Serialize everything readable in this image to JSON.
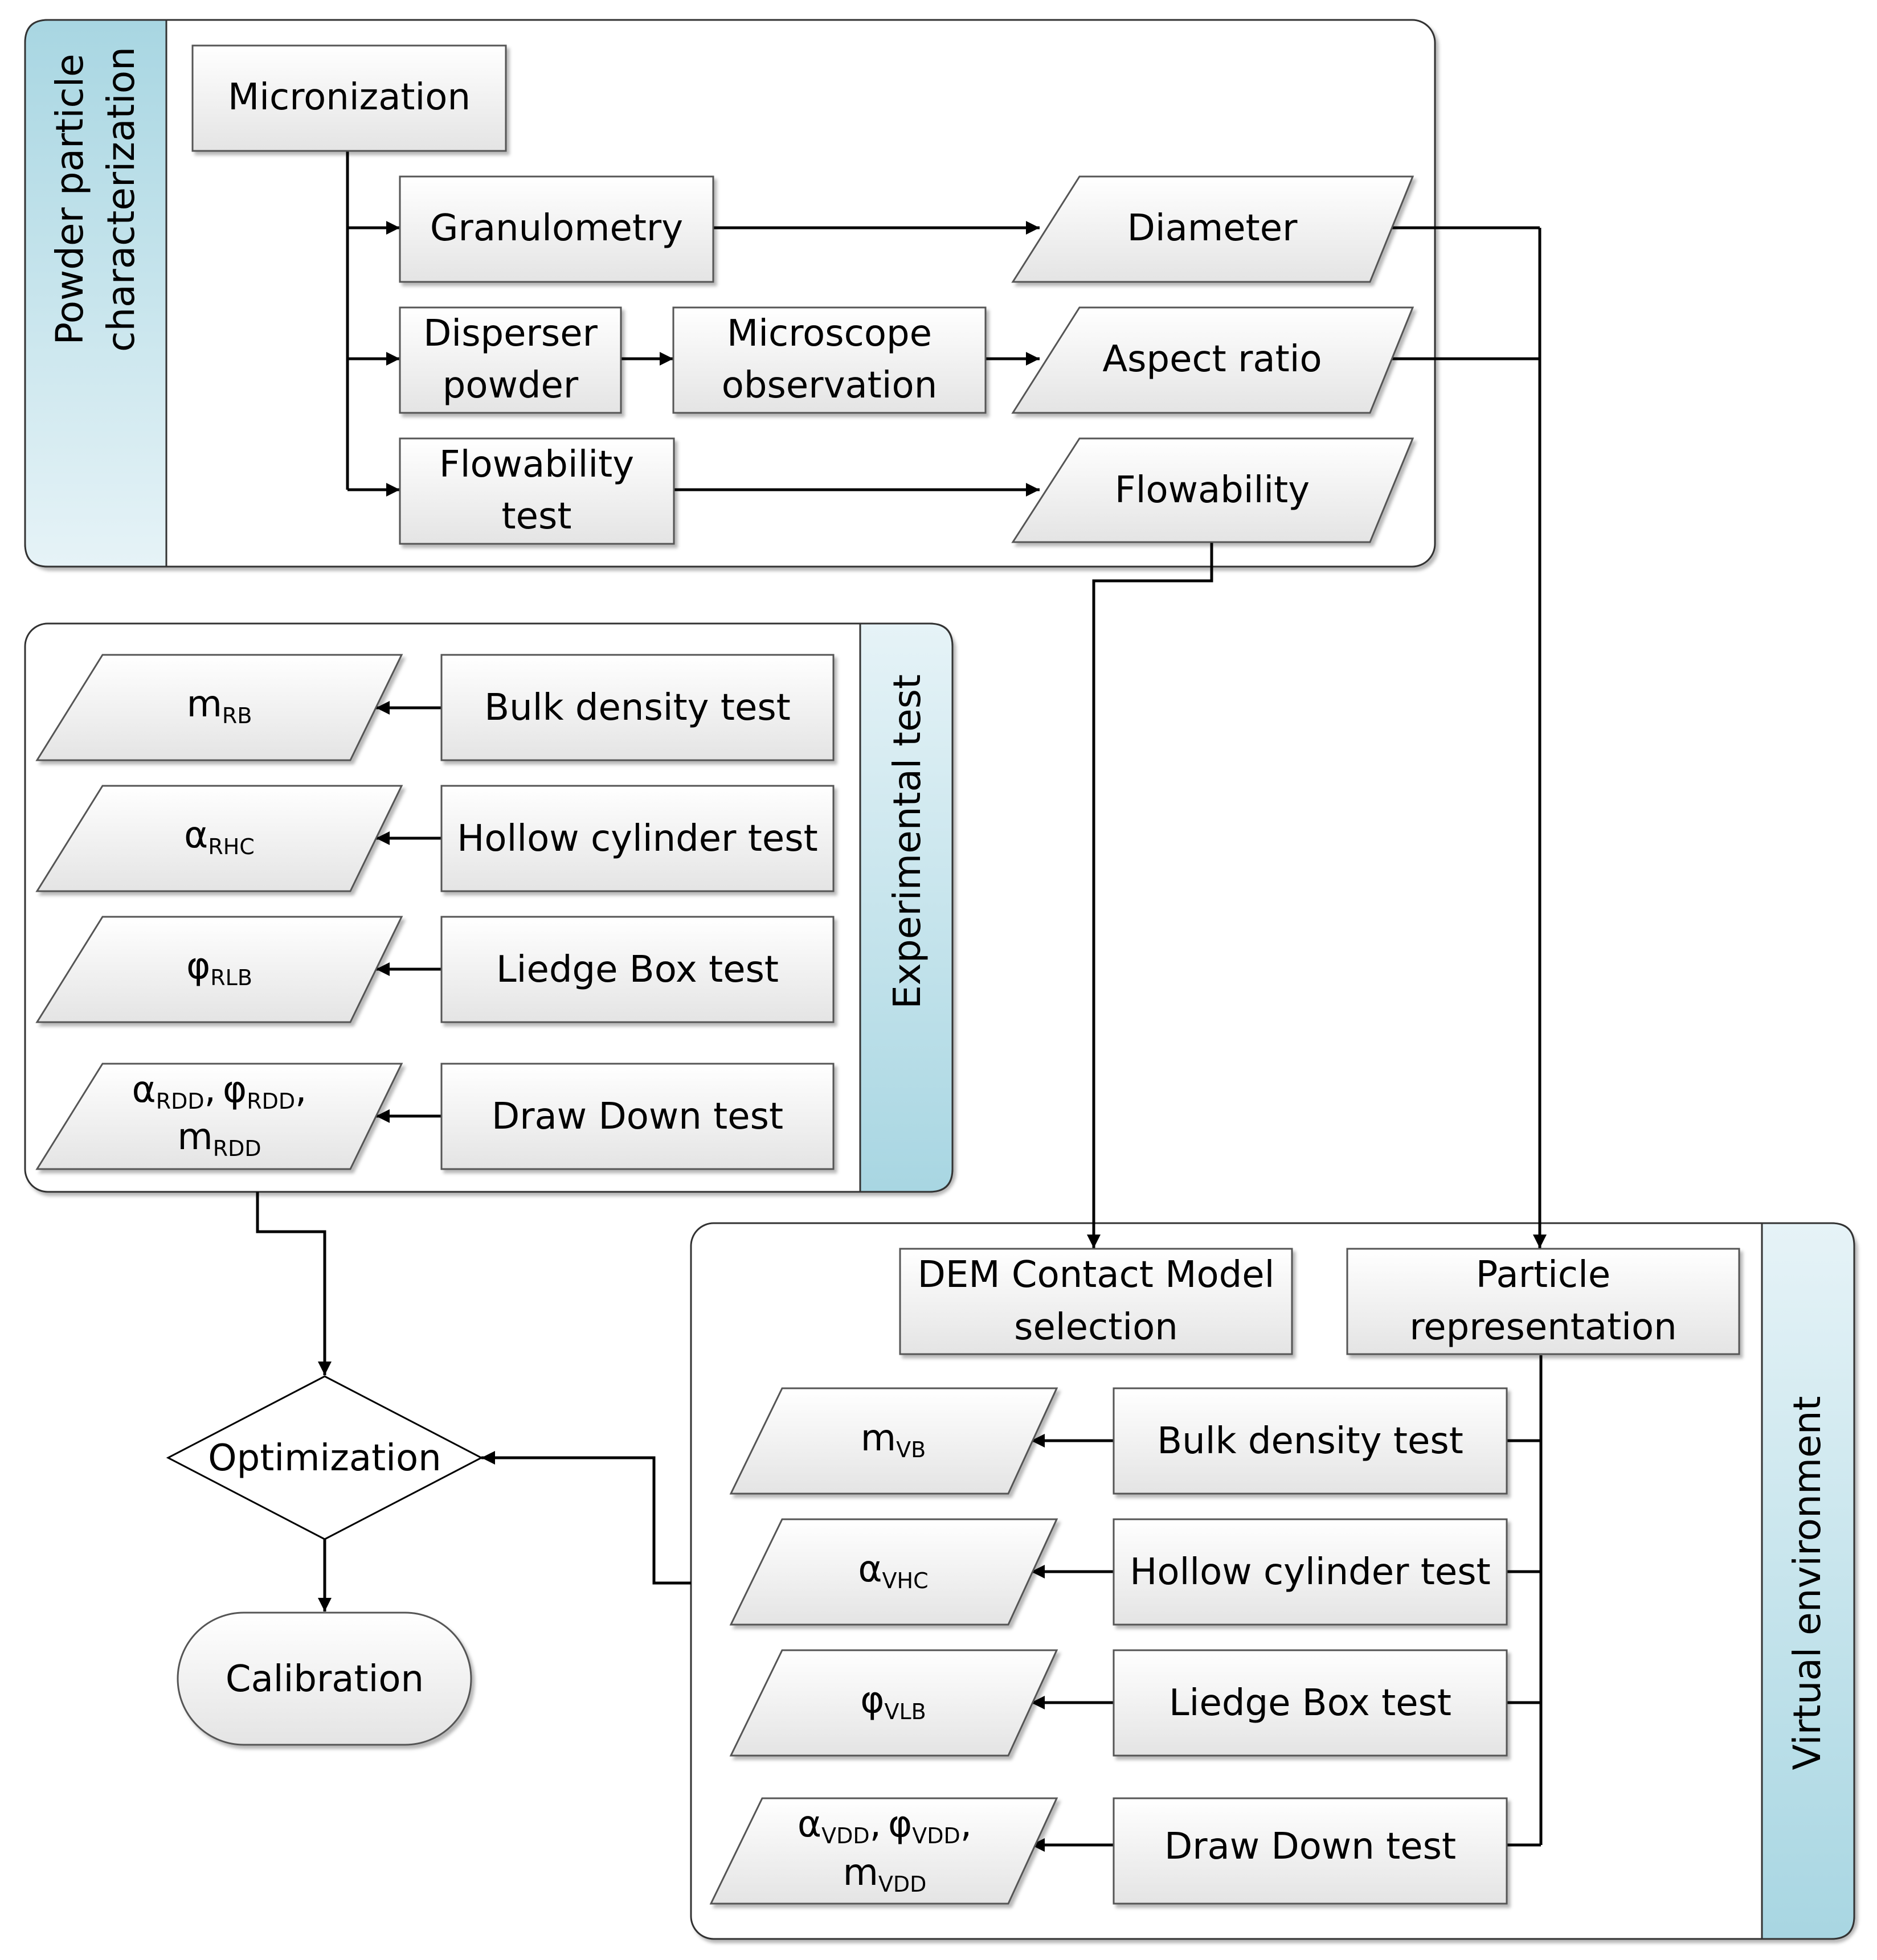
{
  "groups": {
    "powder": {
      "title_line1": "Powder particle",
      "title_line2": "characterization"
    },
    "experimental": {
      "title": "Experimental test"
    },
    "virtual": {
      "title": "Virtual environment"
    }
  },
  "nodes": {
    "micronization": "Micronization",
    "granulometry": "Granulometry",
    "disperser_1": "Disperser",
    "disperser_2": "powder",
    "microscope_1": "Microscope",
    "microscope_2": "observation",
    "flowability_test_1": "Flowability",
    "flowability_test_2": "test",
    "diameter": "Diameter",
    "aspect_ratio": "Aspect ratio",
    "flowability": "Flowability",
    "exp_bulk": "Bulk density test",
    "exp_hollow": "Hollow cylinder test",
    "exp_liedge": "Liedge Box test",
    "exp_drawdown": "Draw Down test",
    "dem_1": "DEM Contact Model",
    "dem_2": "selection",
    "particle_1": "Particle",
    "particle_2": "representation",
    "virt_bulk": "Bulk density test",
    "virt_hollow": "Hollow cylinder test",
    "virt_liedge": "Liedge Box test",
    "virt_drawdown": "Draw Down test",
    "optimization": "Optimization",
    "calibration": "Calibration"
  },
  "symbols": {
    "m": "m",
    "alpha": "α",
    "phi": "φ",
    "comma": ",",
    "RB": "RB",
    "RHC": "RHC",
    "RLB": "RLB",
    "RDD": "RDD",
    "VB": "VB",
    "VHC": "VHC",
    "VLB": "VLB",
    "VDD": "VDD"
  },
  "colors": {
    "box_fill_top": "#ffffff",
    "box_fill_bottom": "#e6e6e6",
    "band_light": "#e4f2f6",
    "band_dark": "#a9d7e3",
    "stroke": "#000000"
  }
}
